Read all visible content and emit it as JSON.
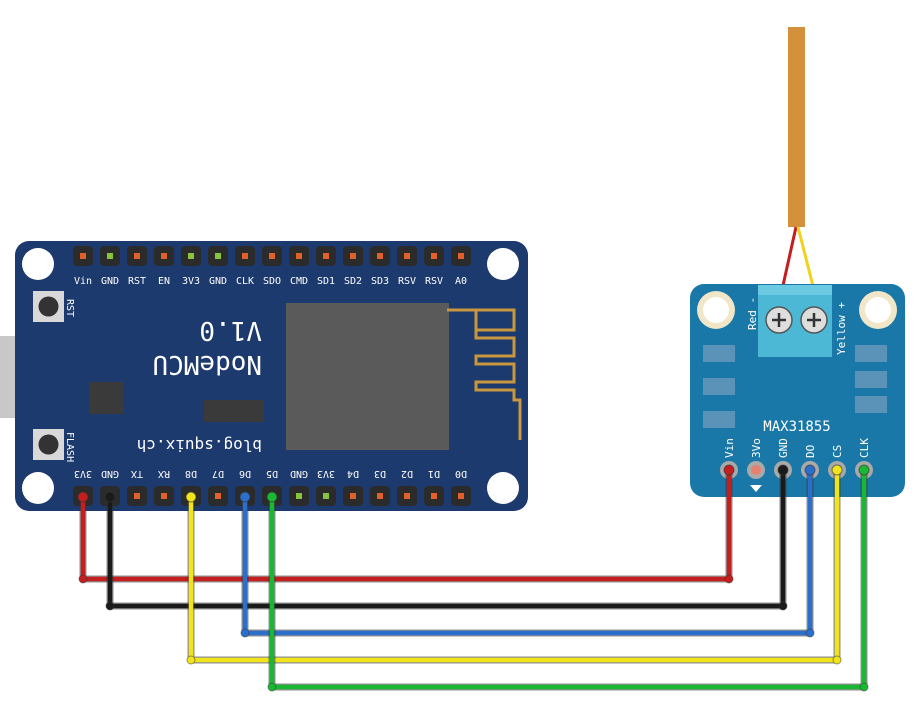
{
  "nodemcu": {
    "top_pins": [
      "Vin",
      "GND",
      "RST",
      "EN",
      "3V3",
      "GND",
      "CLK",
      "SDO",
      "CMD",
      "SD1",
      "SD2",
      "SD3",
      "RSV",
      "RSV",
      "A0"
    ],
    "bottom_pins": [
      "3V3",
      "GND",
      "TX",
      "RX",
      "D8",
      "D7",
      "D6",
      "D5",
      "GND",
      "3V3",
      "D4",
      "D3",
      "D2",
      "D1",
      "D0"
    ],
    "button_rst": "RST",
    "button_flash": "FLASH",
    "title": "NodeMCU",
    "version": "V1.0",
    "website": "blog.squix.ch",
    "board_color": "#1d3a6e"
  },
  "max31855": {
    "name": "MAX31855",
    "pins": [
      "Vin",
      "3Vo",
      "GND",
      "DO",
      "CS",
      "CLK"
    ],
    "thermocouple_left": "Red -",
    "thermocouple_right": "Yellow +",
    "board_color": "#1a78a8"
  },
  "wires": [
    {
      "from": "3V3",
      "to": "Vin",
      "color": "#c41e1e"
    },
    {
      "from": "GND",
      "to": "GND",
      "color": "#1a1a1a"
    },
    {
      "from": "D6",
      "to": "DO",
      "color": "#2b6fcc"
    },
    {
      "from": "D8",
      "to": "CS",
      "color": "#f2e41b"
    },
    {
      "from": "D5",
      "to": "CLK",
      "color": "#19b832"
    }
  ]
}
